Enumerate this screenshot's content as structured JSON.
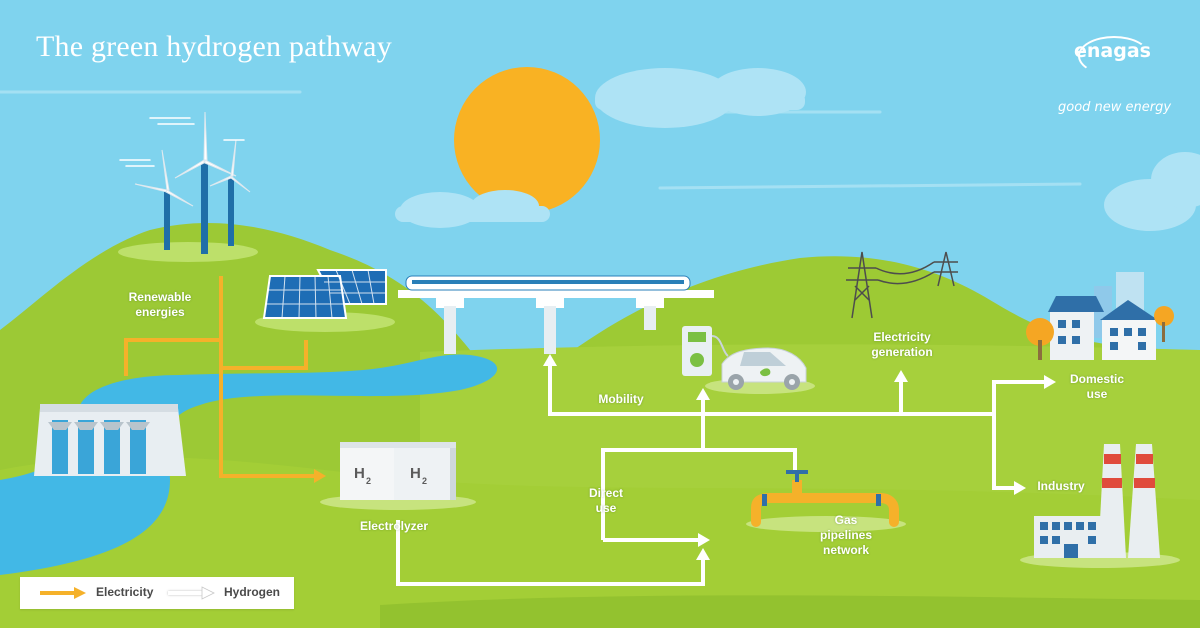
{
  "title": "The green hydrogen pathway",
  "brand": {
    "name": "enagas",
    "tagline": "good new energy"
  },
  "labels": {
    "renewable": "Renewable\nenergies",
    "electrolyzer": "Electrolyzer",
    "electrolyzer_unit": "H2",
    "mobility": "Mobility",
    "electricity_generation": "Electricity\ngeneration",
    "domestic_use": "Domestic\nuse",
    "industry": "Industry",
    "direct_use": "Direct\nuse",
    "gas_pipelines": "Gas\npipelines\nnetwork"
  },
  "legend": {
    "electricity": "Electricity",
    "hydrogen": "Hydrogen"
  },
  "colors": {
    "sky": "#7fd3ee",
    "sun": "#f9b223",
    "grass_light": "#a9cf3a",
    "grass_dark": "#8fbf2c",
    "water": "#42b8e6",
    "electricity_arrow": "#f5b12a",
    "hydrogen_arrow": "#ffffff"
  }
}
